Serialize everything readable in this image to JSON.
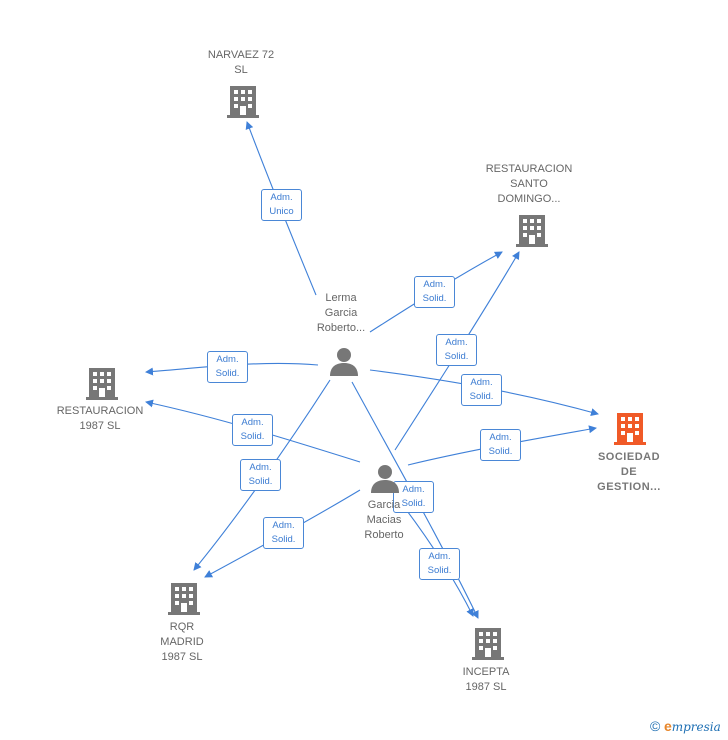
{
  "colors": {
    "edge": "#3f80d8",
    "company": "#777777",
    "target": "#f05a28",
    "person": "#777777"
  },
  "nodes": {
    "narvaez": {
      "lines": [
        "NARVAEZ 72",
        "SL"
      ],
      "icon": "building-icon"
    },
    "restauracion_santo": {
      "lines": [
        "RESTAURACION",
        "SANTO",
        "DOMINGO..."
      ],
      "icon": "building-icon"
    },
    "restauracion_1987": {
      "lines": [
        "RESTAURACION",
        "1987  SL"
      ],
      "icon": "building-icon"
    },
    "sociedad": {
      "lines": [
        "SOCIEDAD",
        "DE",
        "GESTION..."
      ],
      "icon": "building-icon"
    },
    "rqr": {
      "lines": [
        "RQR",
        "MADRID",
        "1987  SL"
      ],
      "icon": "building-icon"
    },
    "incepta": {
      "lines": [
        "INCEPTA",
        "1987  SL"
      ],
      "icon": "building-icon"
    },
    "lerma": {
      "lines": [
        "Lerma",
        "Garcia",
        "Roberto..."
      ],
      "icon": "person-icon"
    },
    "garcia": {
      "lines": [
        "Garcia",
        "Macias",
        "Roberto"
      ],
      "icon": "person-icon"
    }
  },
  "edges": [
    {
      "label": [
        "Adm.",
        "Unico"
      ]
    },
    {
      "label": [
        "Adm.",
        "Solid."
      ]
    },
    {
      "label": [
        "Adm.",
        "Solid."
      ]
    },
    {
      "label": [
        "Adm.",
        "Solid."
      ]
    },
    {
      "label": [
        "Adm.",
        "Solid."
      ]
    },
    {
      "label": [
        "Adm.",
        "Solid."
      ]
    },
    {
      "label": [
        "Adm.",
        "Solid."
      ]
    },
    {
      "label": [
        "Adm.",
        "Solid."
      ]
    },
    {
      "label": [
        "Adm.",
        "Solid."
      ]
    },
    {
      "label": [
        "Adm.",
        "Solid."
      ]
    },
    {
      "label": [
        "Adm.",
        "Solid."
      ]
    }
  ],
  "footer": {
    "copyright": "©",
    "brand_initial": "e",
    "brand_rest": "mpresia"
  }
}
